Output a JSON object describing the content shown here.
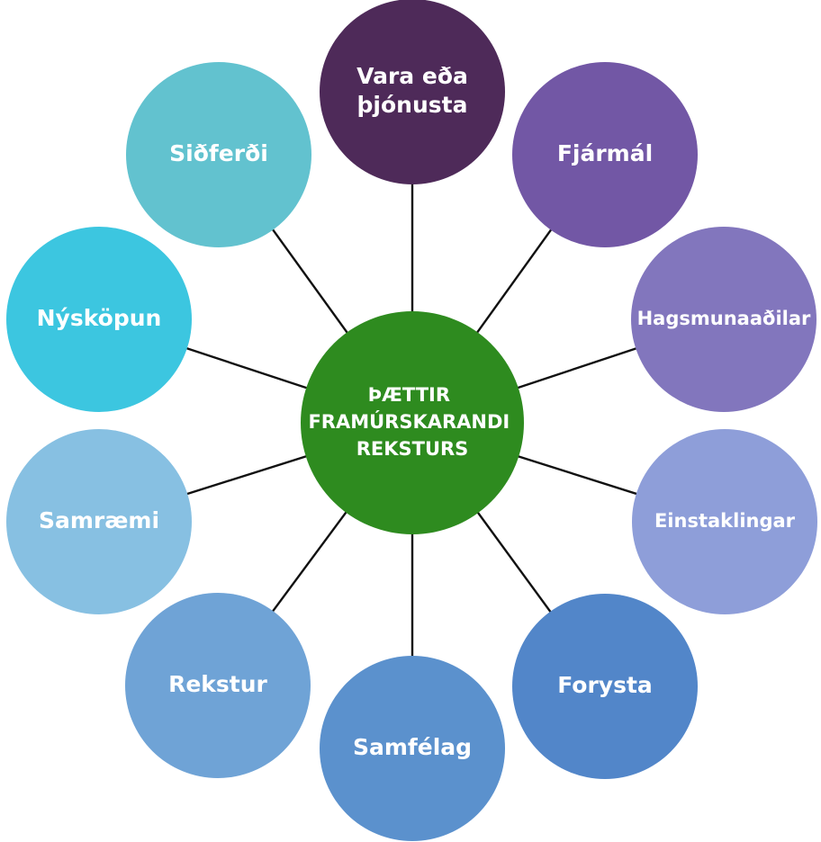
{
  "center": {
    "lines": [
      "ÞÆTTIR",
      "FRAMÚRSKARANDI",
      "REKSTURS"
    ],
    "color": "#2e8b1f"
  },
  "nodes": [
    {
      "id": "vara",
      "lines": [
        "Vara eða",
        "þjónusta"
      ],
      "color": "#4e2a59"
    },
    {
      "id": "fjarmal",
      "lines": [
        "Fjármál"
      ],
      "color": "#7257a5"
    },
    {
      "id": "hagsmunaadilar",
      "lines": [
        "Hagsmunaaðilar"
      ],
      "color": "#8276bd"
    },
    {
      "id": "einstaklingar",
      "lines": [
        "Einstaklingar"
      ],
      "color": "#8e9ed9"
    },
    {
      "id": "forysta",
      "lines": [
        "Forysta"
      ],
      "color": "#5286c9"
    },
    {
      "id": "samfelag",
      "lines": [
        "Samfélag"
      ],
      "color": "#5b91cd"
    },
    {
      "id": "rekstur",
      "lines": [
        "Rekstur"
      ],
      "color": "#6fa3d6"
    },
    {
      "id": "samraemi",
      "lines": [
        "Samræmi"
      ],
      "color": "#87c0e2"
    },
    {
      "id": "nyskopun",
      "lines": [
        "Nýsköpun"
      ],
      "color": "#3cc6e0"
    },
    {
      "id": "sidferdi",
      "lines": [
        "Siðferði"
      ],
      "color": "#62c2cf"
    }
  ]
}
